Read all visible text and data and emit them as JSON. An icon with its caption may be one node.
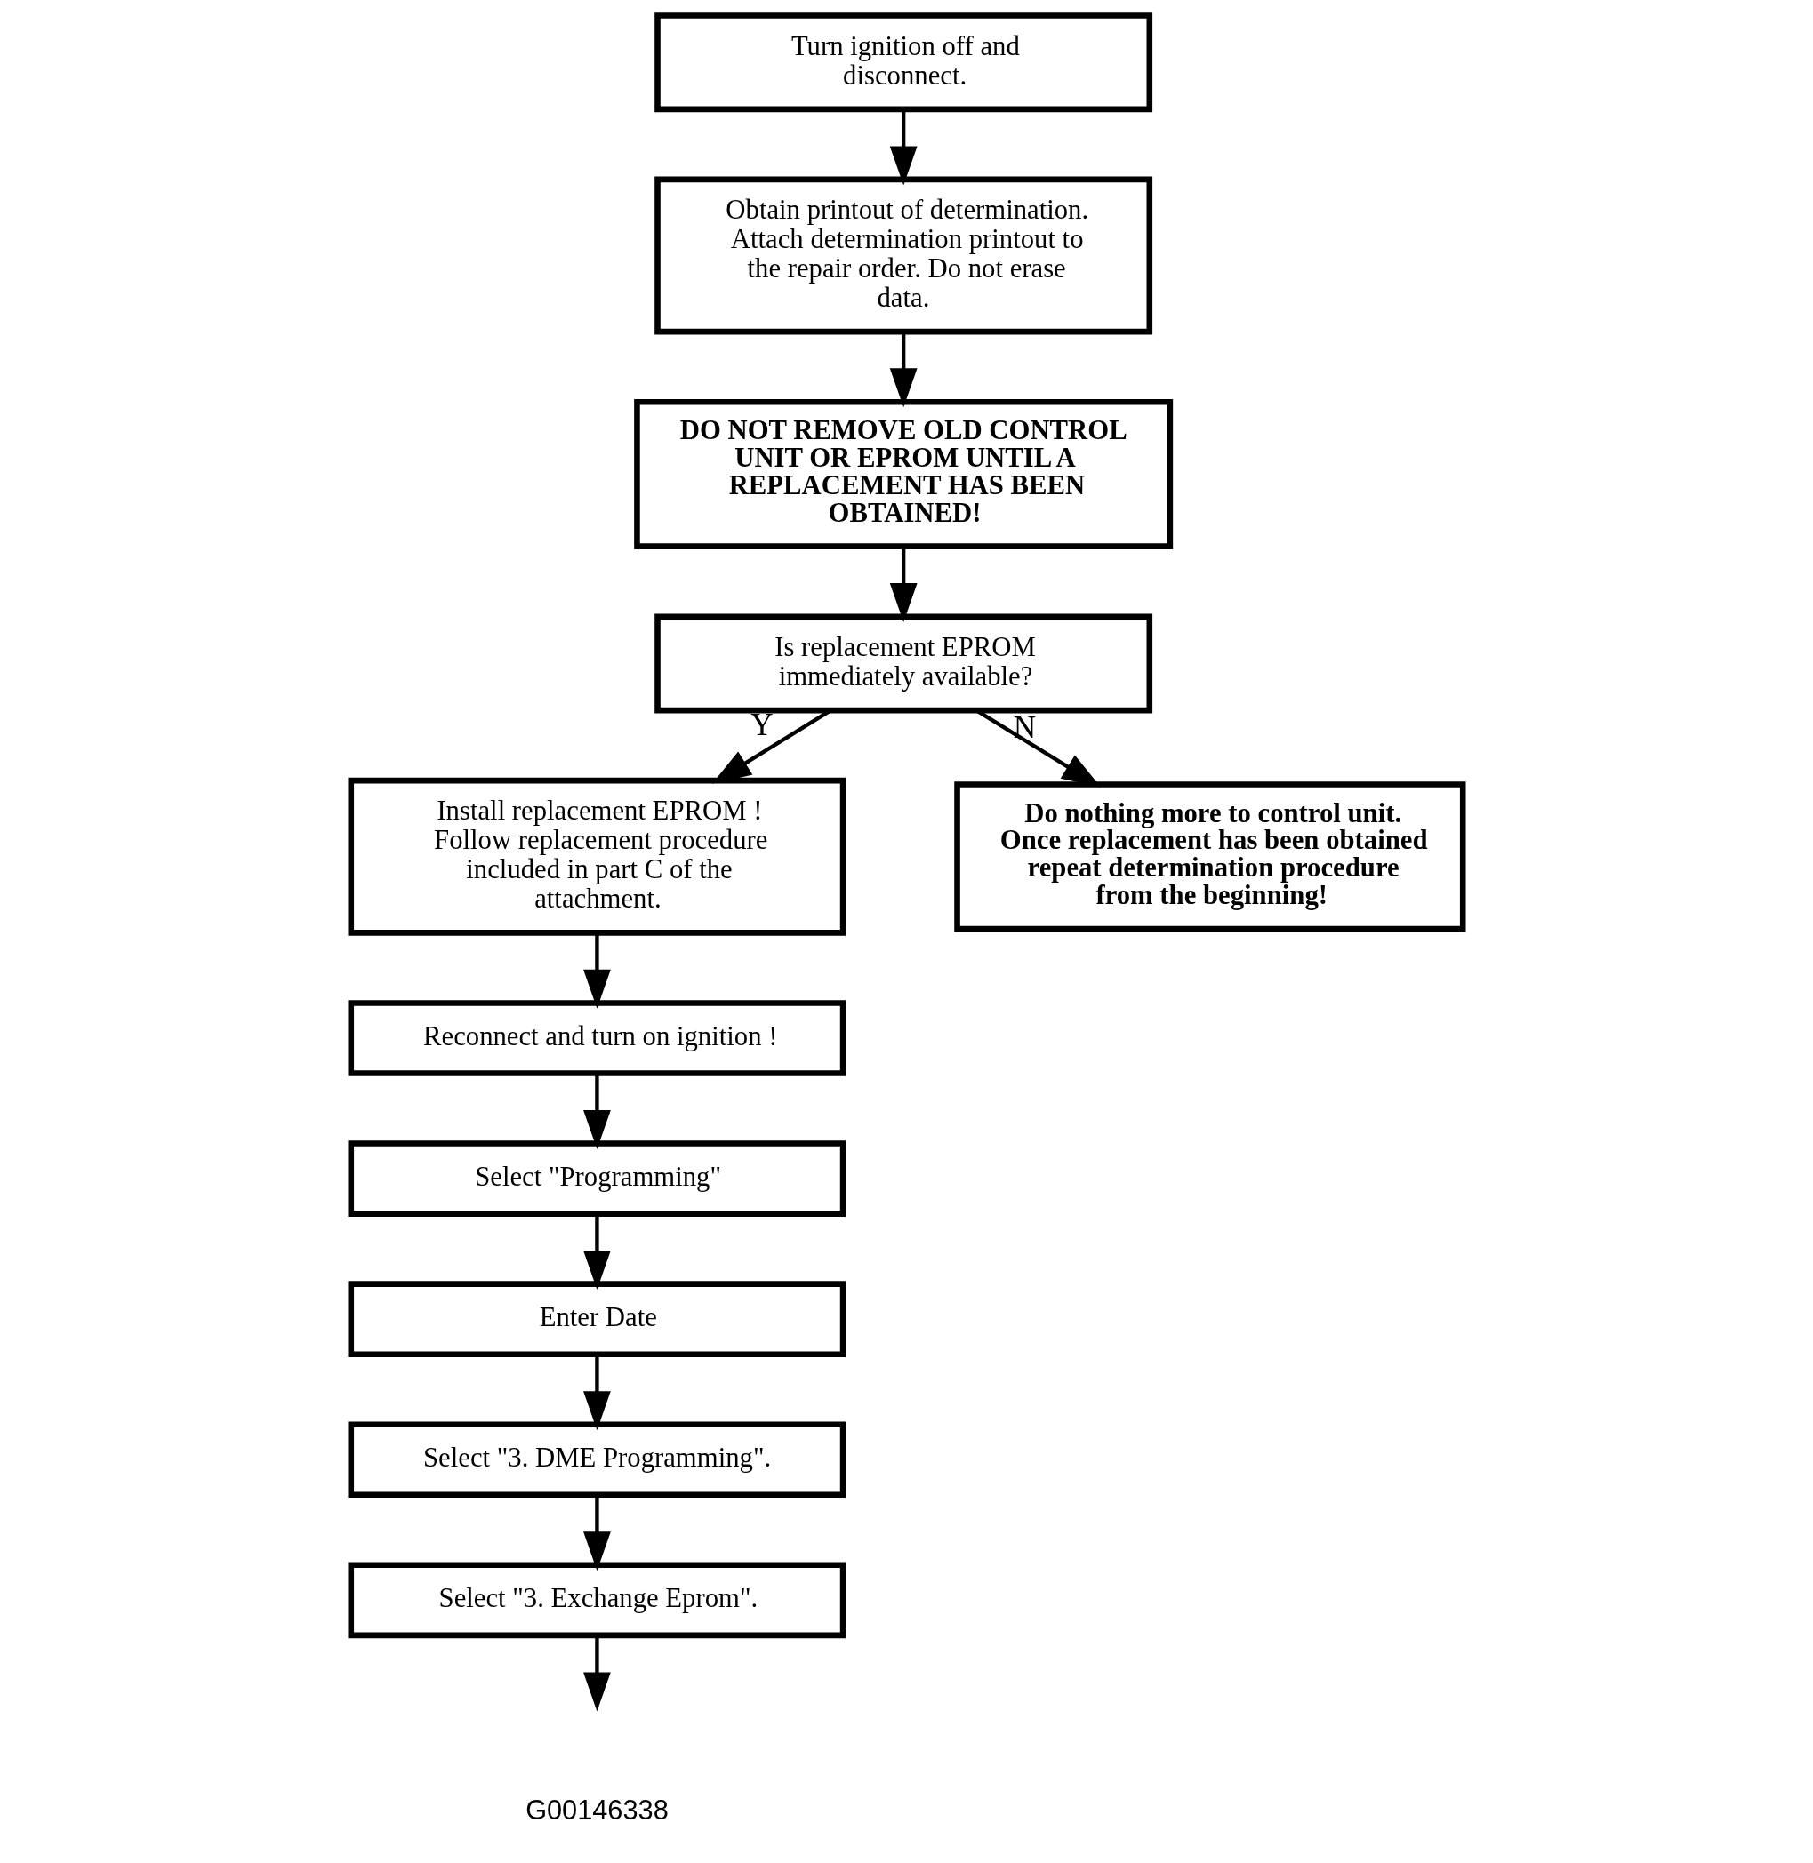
{
  "diagram": {
    "nodes": [
      {
        "text": [
          "Turn ignition off and disconnect."
        ]
      },
      {
        "text": [
          "Obtain printout of determination. Attach determination printout to the repair order. Do not erase data."
        ]
      },
      {
        "text": [
          "DO NOT REMOVE OLD CONTROL UNIT OR EPROM UNTIL A REPLACEMENT HAS BEEN OBTAINED!"
        ]
      },
      {
        "text": [
          "Is replacement EPROM immediately available?"
        ]
      },
      {
        "text": [
          "Install replacement EPROM ! Follow replacement procedure included in part C of the attachment."
        ]
      },
      {
        "text": [
          "Do nothing more to control unit. Once replacement has been obtained repeat determination procedure from the beginning!"
        ]
      },
      {
        "text": [
          "Reconnect and turn on ignition !"
        ]
      },
      {
        "text": [
          "Select \"Programming\""
        ]
      },
      {
        "text": [
          "Enter Date"
        ]
      },
      {
        "text": [
          "Select \"3. DME Programming\"."
        ]
      },
      {
        "text": [
          "Select \"3. Exchange Eprom\"."
        ]
      }
    ],
    "edges": [
      {
        "from": 0,
        "to": 1,
        "arrow": "to"
      },
      {
        "from": 1,
        "to": 2,
        "arrow": "to"
      },
      {
        "from": 2,
        "to": 3,
        "arrow": "to"
      },
      {
        "from": 3,
        "to": 4,
        "arrow": "to",
        "label": "Y"
      },
      {
        "from": 3,
        "to": 5,
        "arrow": "to",
        "label": "N"
      },
      {
        "from": 4,
        "to": 6,
        "arrow": "to"
      },
      {
        "from": 6,
        "to": 7,
        "arrow": "to"
      },
      {
        "from": 7,
        "to": 8,
        "arrow": "to"
      },
      {
        "from": 8,
        "to": 9,
        "arrow": "to"
      },
      {
        "from": 9,
        "to": 10,
        "arrow": "to"
      },
      {
        "from": 10,
        "to": null,
        "arrow": "to"
      }
    ],
    "labels": [
      "G00146338"
    ]
  }
}
